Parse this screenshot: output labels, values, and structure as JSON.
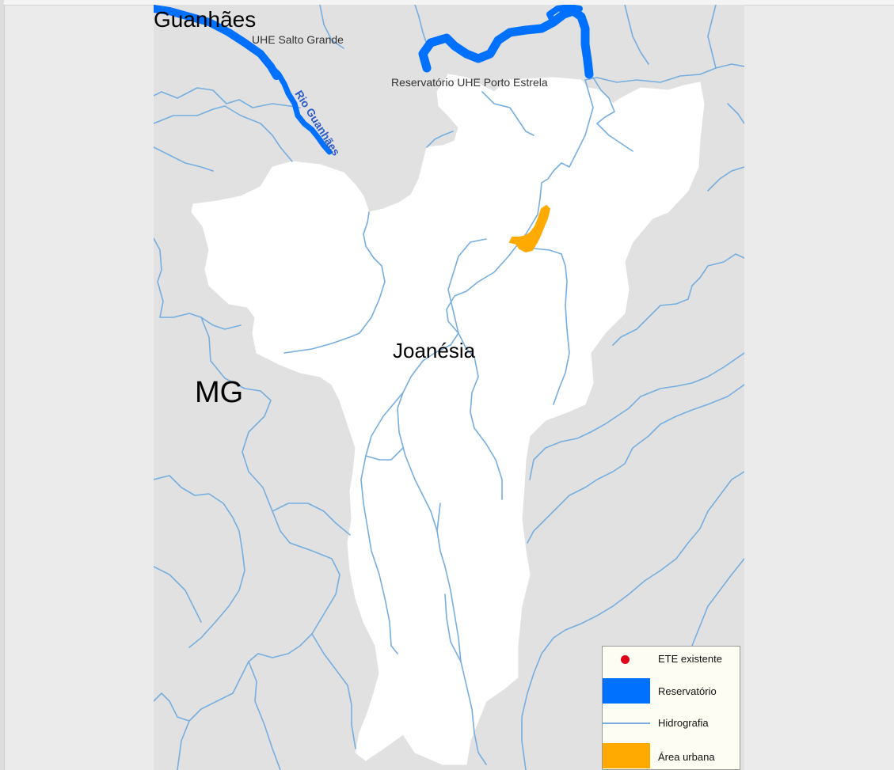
{
  "map": {
    "state_label": "MG",
    "municipality_label": "Joanésia",
    "city_label": "Guanhães",
    "river_label": "Rio Guanhães",
    "dam_label": "UHE Salto Grande",
    "reservoir_label": "Reservatório UHE Porto Estrela"
  },
  "legend": {
    "items": [
      {
        "label": "ETE existente",
        "symbol": "dot",
        "color": "#e0001b"
      },
      {
        "label": "Reservatório",
        "symbol": "fill",
        "color": "#0070ff"
      },
      {
        "label": "Hidrografia",
        "symbol": "line",
        "color": "#76aee0"
      },
      {
        "label": "Área urbana",
        "symbol": "fill",
        "color": "#ffaa00"
      }
    ]
  },
  "colors": {
    "background_land": "#e1e1e1",
    "municipality_fill": "#ffffff",
    "hydrography": "#76aee0",
    "reservoir": "#0070ff",
    "urban_area": "#ffaa00",
    "river_label": "#2a5bc8"
  }
}
